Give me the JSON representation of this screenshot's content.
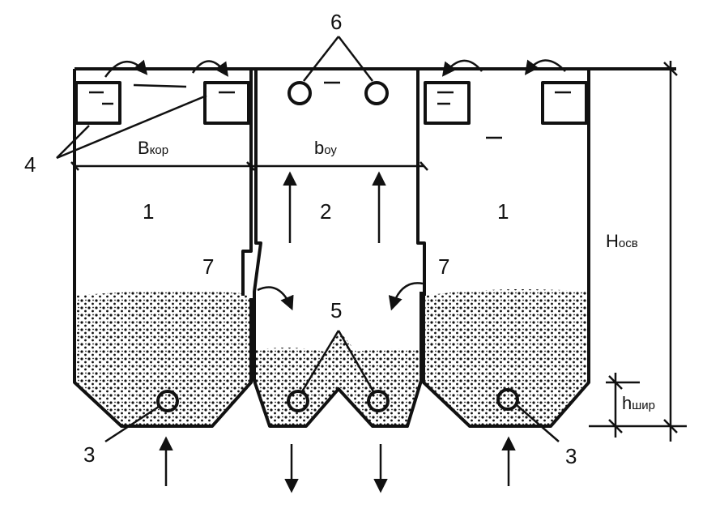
{
  "labels": {
    "n1_left": "1",
    "n1_right": "1",
    "n2": "2",
    "n3_left": "3",
    "n3_right": "3",
    "n4": "4",
    "n5": "5",
    "n6": "6",
    "n7_left": "7",
    "n7_right": "7"
  },
  "dimensions": {
    "b_kor_main": "B",
    "b_kor_sub": "кор",
    "b_oy_main": "b",
    "b_oy_sub": "оу",
    "h_osv_main": "H",
    "h_osv_sub": "осв",
    "h_shir_main": "h",
    "h_shir_sub": "шир"
  },
  "colors": {
    "ink": "#111111",
    "background": "#ffffff"
  }
}
